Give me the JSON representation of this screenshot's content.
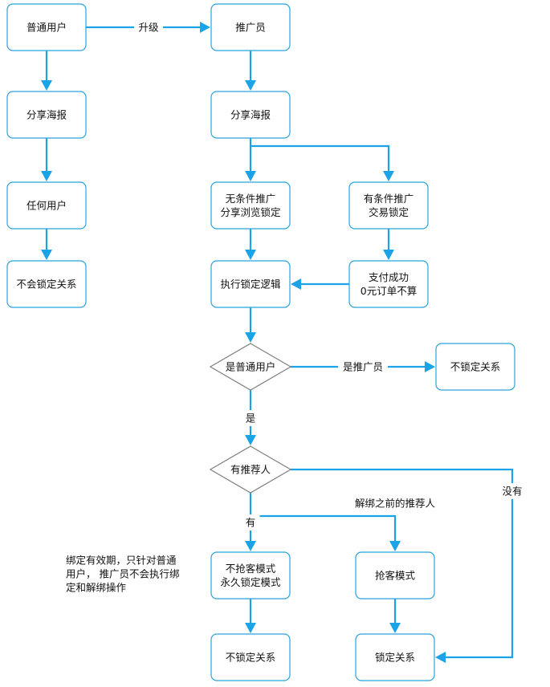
{
  "diagram": {
    "nodes": {
      "normal_user": "普通用户",
      "share_poster_left": "分享海报",
      "any_user": "任何用户",
      "no_lock_left": "不会锁定关系",
      "promoter": "推广员",
      "share_poster_right": "分享海报",
      "unconditional": [
        "无条件推广",
        "分享浏览锁定"
      ],
      "conditional": [
        "有条件推广",
        "交易锁定"
      ],
      "execute_lock": "执行锁定逻辑",
      "payment": [
        "支付成功",
        "0元订单不算"
      ],
      "is_normal_user": "是普通用户",
      "no_lock_right": "不锁定关系",
      "has_referrer": "有推荐人",
      "no_grab_mode": [
        "不抢客模式",
        "永久锁定模式"
      ],
      "grab_mode": "抢客模式",
      "no_lock_bottom": "不锁定关系",
      "lock_relation": "锁定关系"
    },
    "edge_labels": {
      "upgrade": "升级",
      "is_promoter": "是推广员",
      "yes": "是",
      "has": "有",
      "previous_referrer": "解绑之前的推荐人",
      "none": "没有"
    },
    "note": [
      "绑定有效期，只针对普通",
      "用户， 推广员不会执行绑",
      "定和解绑操作"
    ]
  },
  "colors": {
    "node_border": "#29a3dc",
    "arrow": "#1aa3e6",
    "decision_border": "#7f7f7f",
    "text": "#111111"
  }
}
